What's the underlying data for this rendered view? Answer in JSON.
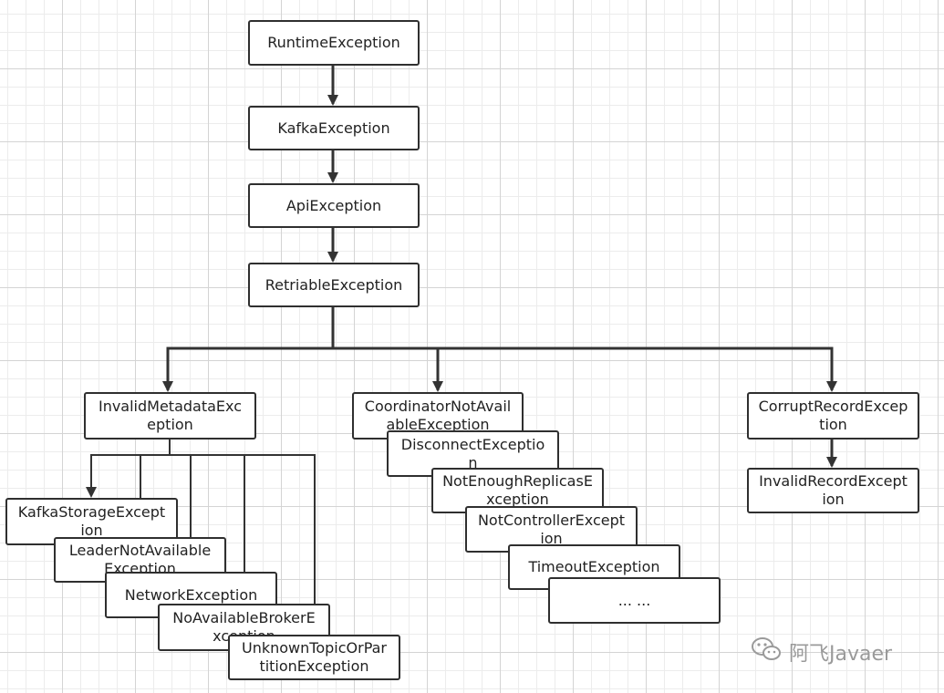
{
  "nodes": {
    "runtime": "RuntimeException",
    "kafka": "KafkaException",
    "api": "ApiException",
    "retriable": "RetriableException",
    "invalid_metadata": "InvalidMetadataException",
    "coordinator_not_available": "CoordinatorNotAvailableException",
    "corrupt_record": "CorruptRecordException",
    "kafka_storage": "KafkaStorageException",
    "leader_not_available": "LeaderNotAvailableException",
    "network": "NetworkException",
    "no_available_broker": "NoAvailableBrokerException",
    "unknown_topic_or_partition": "UnknownTopicOrPartitionException",
    "disconnect": "DisconnectException",
    "not_enough_replicas": "NotEnoughReplicasException",
    "not_controller": "NotControllerException",
    "timeout": "TimeoutException",
    "ellipsis": "... ...",
    "invalid_record": "InvalidRecordException"
  },
  "watermark": {
    "text": "阿飞Javaer",
    "icon": "wechat-icon"
  },
  "colors": {
    "line": "#333333",
    "border": "#2f2f2f",
    "text": "#222222",
    "grid": "#d4d4d4",
    "watermark": "#9a9a9a"
  }
}
